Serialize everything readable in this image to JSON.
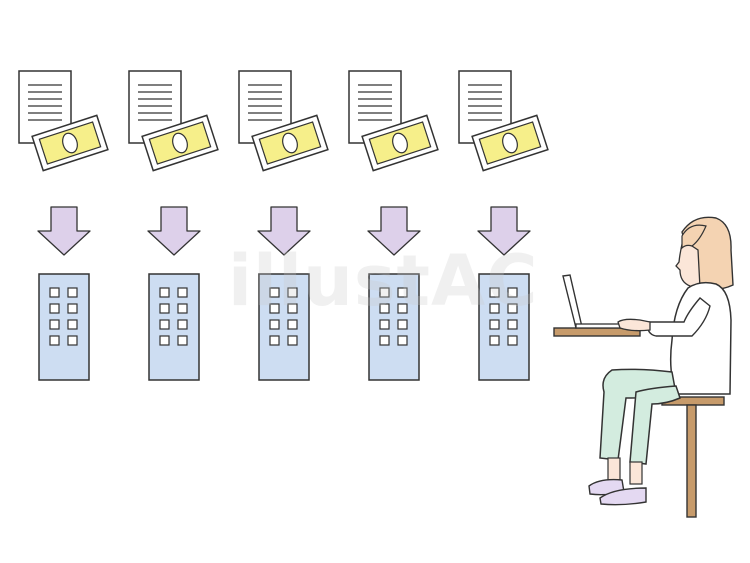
{
  "watermark": "illustAC",
  "colors": {
    "outline": "#333333",
    "paper": "#ffffff",
    "money": "#f6ef8a",
    "arrow": "#ddd0ea",
    "building": "#cdddf2",
    "hair": "#f4d3b2",
    "skin": "#fbe6d8",
    "pants": "#d3ecdf",
    "shoes": "#e4d9f2",
    "wood": "#c79b6b"
  },
  "columns": [
    {
      "item": "invoice-and-payment",
      "target": "company-building"
    },
    {
      "item": "invoice-and-payment",
      "target": "company-building"
    },
    {
      "item": "invoice-and-payment",
      "target": "company-building"
    },
    {
      "item": "invoice-and-payment",
      "target": "company-building"
    },
    {
      "item": "invoice-and-payment",
      "target": "company-building"
    }
  ],
  "icons": [
    "document-icon",
    "money-bill-icon",
    "down-arrow-icon",
    "office-building-icon",
    "person-at-laptop-icon"
  ]
}
